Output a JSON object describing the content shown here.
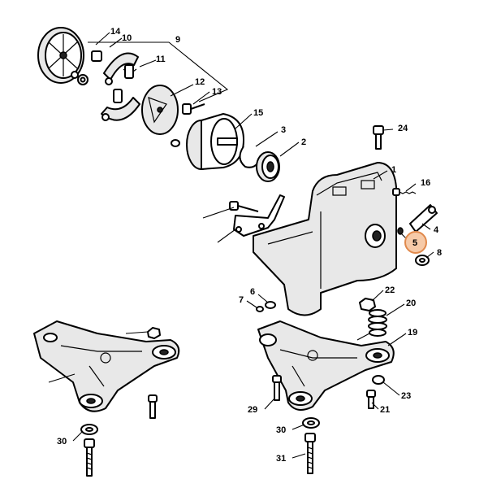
{
  "colors": {
    "line": "#000000",
    "background": "#ffffff",
    "highlight_fill": "#f6caa8",
    "highlight_stroke": "#e0894c"
  },
  "highlighted_part": "5",
  "callouts": {
    "p14": "14",
    "p10": "10",
    "p9": "9",
    "p11": "11",
    "p12": "12",
    "p13": "13",
    "p15": "15",
    "p3": "3",
    "p2": "2",
    "p24": "24",
    "p1": "1",
    "p16": "16",
    "p4": "4",
    "p5": "5",
    "p8": "8",
    "p6": "6",
    "p7": "7",
    "p22": "22",
    "p20": "20",
    "p19": "19",
    "p23": "23",
    "p29": "29",
    "p21": "21",
    "p30a": "30",
    "p30b": "30",
    "p31": "31"
  }
}
